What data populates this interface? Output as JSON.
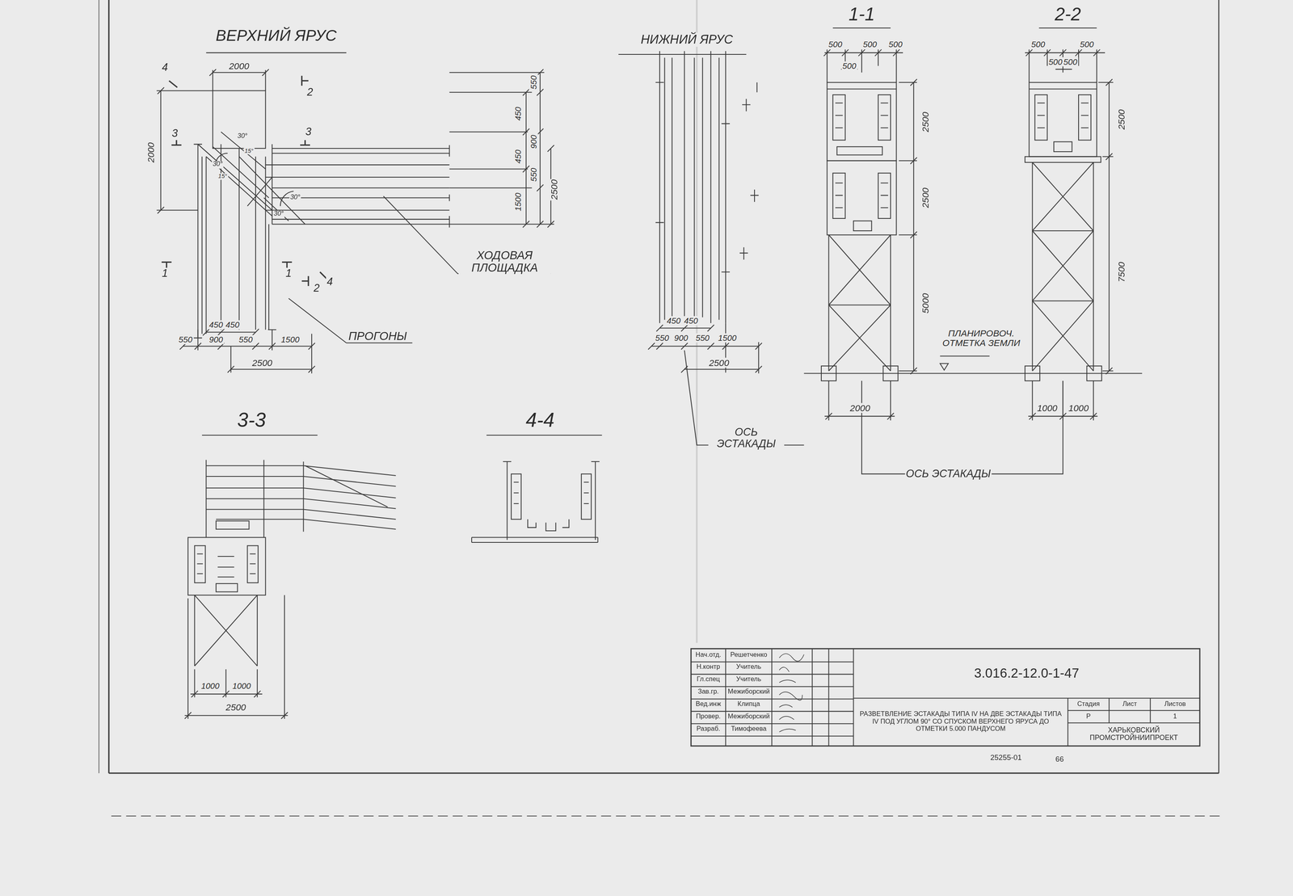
{
  "diagram": {
    "labels": [
      "ВЕРХНИЙ ЯРУС",
      "НИЖНИЙ ЯРУС",
      "1-1",
      "2-2",
      "3-3",
      "4-4",
      "2000",
      "2000",
      "30°",
      "30°",
      "15°",
      "15°",
      "30°",
      "30°",
      "550",
      "450",
      "900",
      "450",
      "550",
      "1500",
      "2500",
      "450",
      "450",
      "550",
      "900",
      "550",
      "1500",
      "2500",
      "ХОДОВАЯ ПЛОЩАДКА",
      "ПРОГОНЫ",
      "1",
      "1",
      "2",
      "2",
      "3",
      "3",
      "4",
      "4",
      "450",
      "450",
      "550",
      "900",
      "550",
      "1500",
      "2500",
      "ОСЬ ЭСТАКАДЫ",
      "500",
      "500",
      "500",
      "500",
      "2500",
      "2500",
      "5000",
      "2000",
      "ПЛАНИРОВОЧ. ОТМЕТКА ЗЕМЛИ",
      "500",
      "500",
      "500",
      "500",
      "2500",
      "7500",
      "1000",
      "1000",
      "ОСЬ ЭСТАКАДЫ",
      "1000",
      "1000",
      "2500",
      "Нач.отд.",
      "Решетченко",
      "Н.контр",
      "Учитель",
      "Гл.спец",
      "Учитель",
      "Зав.гр.",
      "Межиборский",
      "Вед.инж",
      "Клипца",
      "Провер.",
      "Межиборский",
      "Разраб.",
      "Тимофеева",
      "3.016.2-12.0-1-47",
      "РАЗВЕТВЛЕНИЕ ЭСТАКАДЫ ТИПА IV НА ДВЕ ЭСТАКАДЫ ТИПА IV ПОД УГЛОМ 90° СО СПУСКОМ ВЕРХНЕГО ЯРУСА ДО ОТМЕТКИ 5.000 ПАНДУСОМ",
      "Стадия",
      "Лист",
      "Листов",
      "Р",
      "1",
      "ХАРЬКОВСКИЙ ПРОМСТРОЙНИИПРОЕКТ",
      "25255-01",
      "66"
    ]
  }
}
